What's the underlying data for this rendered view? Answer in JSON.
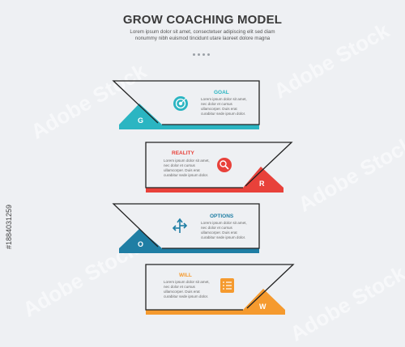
{
  "title": "GROW COACHING MODEL",
  "subtitle": "Lorem ipsum dolor sit amet, consectetuer adipiscing elit sed diam nonummy nibh euismod tincidunt utare laoreet dolore magna",
  "colors": {
    "teal": "#2bb5c2",
    "red": "#e8413a",
    "blue": "#1f7ea4",
    "orange": "#f59a2e"
  },
  "stages": [
    {
      "title": "GOAL",
      "letter": "G",
      "icon": "target-icon",
      "color": "#2bb5c2",
      "desc": "Lorem ipsum dolor sit amet, nec dolor et cursus ullamcorper. Duis erat curabitur sede ipsum dolor."
    },
    {
      "title": "REALITY",
      "letter": "R",
      "icon": "search-icon",
      "color": "#e8413a",
      "desc": "Lorem ipsum dolor sit amet, nec dolor et cursus ullamcorper. Duis erat curabitur sede ipsum dolor."
    },
    {
      "title": "OPTIONS",
      "letter": "O",
      "icon": "directions-icon",
      "color": "#1f7ea4",
      "desc": "Lorem ipsum dolor sit amet, nec dolor et cursus ullamcorper. Duis erat curabitur sede ipsum dolor."
    },
    {
      "title": "WILL",
      "letter": "W",
      "icon": "checklist-icon",
      "color": "#f59a2e",
      "desc": "Lorem ipsum dolor sit amet, nec dolor et cursus ullamcorper. Duis erat curabitur sede ipsum dolor."
    }
  ],
  "watermark": {
    "text": "Adobe Stock",
    "id": "#1884031259"
  }
}
